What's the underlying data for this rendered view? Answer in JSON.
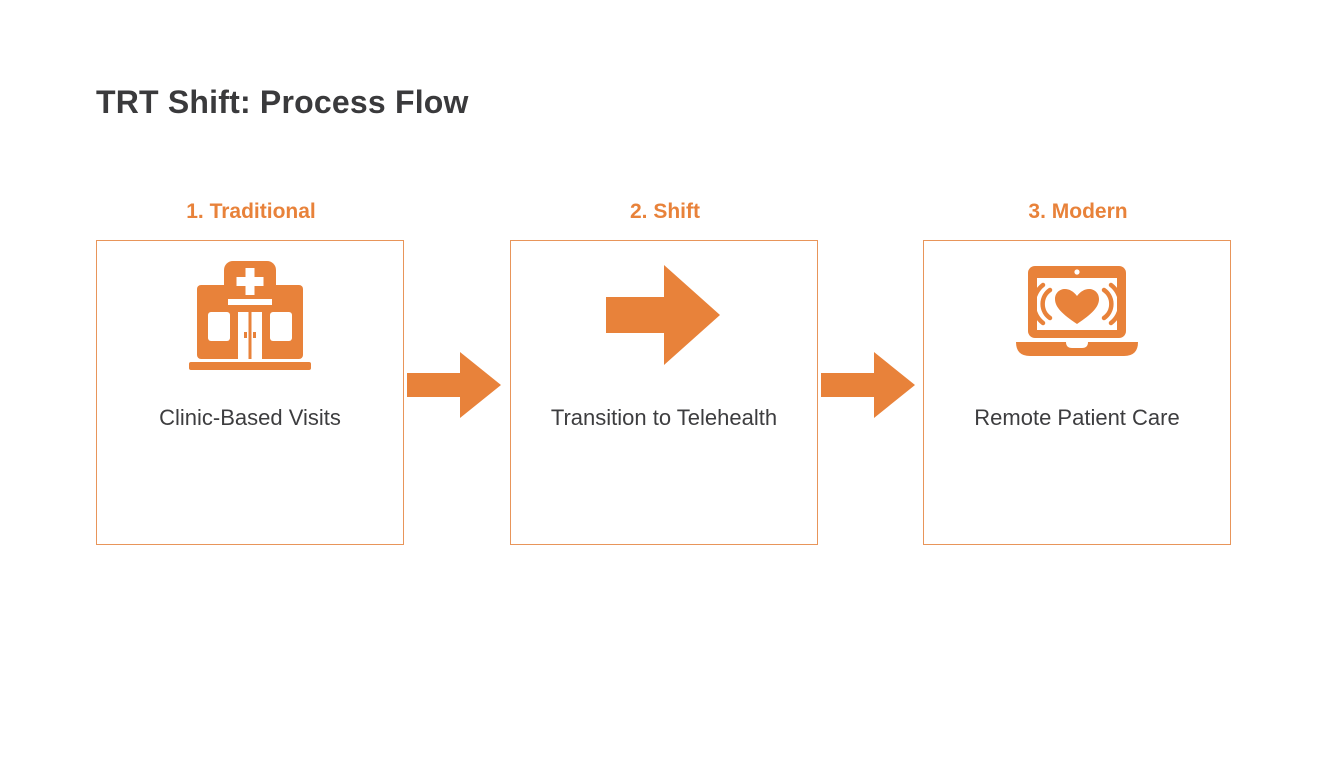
{
  "slide": {
    "title": "TRT Shift: Process Flow",
    "background_color": "#ffffff",
    "accent_color": "#e8823a",
    "border_color": "#e8955a",
    "title_color": "#3a3a3c",
    "caption_color": "#3d3d3f"
  },
  "steps": [
    {
      "label": "1. Traditional",
      "caption": "Clinic-Based Visits",
      "icon": "hospital-clinic-icon"
    },
    {
      "label": "2. Shift",
      "caption": "Transition to Telehealth",
      "icon": "right-arrow-icon"
    },
    {
      "label": "3. Modern",
      "caption": "Remote Patient Care",
      "icon": "laptop-heart-telehealth-icon"
    }
  ],
  "connectors": [
    {
      "icon": "arrow-right-icon"
    },
    {
      "icon": "arrow-right-icon"
    }
  ]
}
